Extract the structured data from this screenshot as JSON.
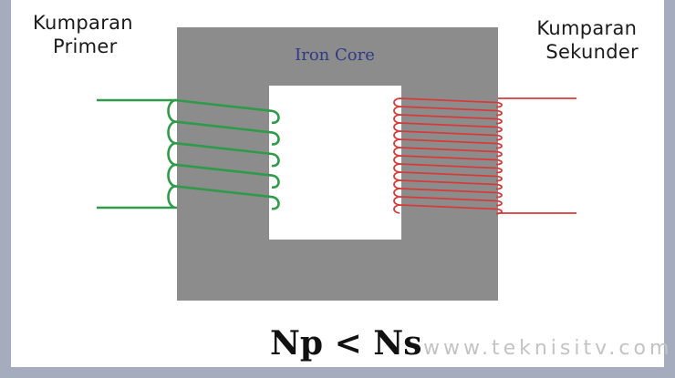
{
  "labels": {
    "primary_line1": "Kumparan",
    "primary_line2": "Primer",
    "secondary_line1": "Kumparan",
    "secondary_line2": "Sekunder",
    "core": "Iron Core"
  },
  "formula": "Np < Ns",
  "watermark": "www.teknisitv.com",
  "colors": {
    "core": "#8c8c8c",
    "primary_coil": "#2e9a4a",
    "secondary_coil": "#d83a3a",
    "frame": "#a4acbd"
  },
  "coils": {
    "primary_turns": 5,
    "secondary_turns": 14
  }
}
